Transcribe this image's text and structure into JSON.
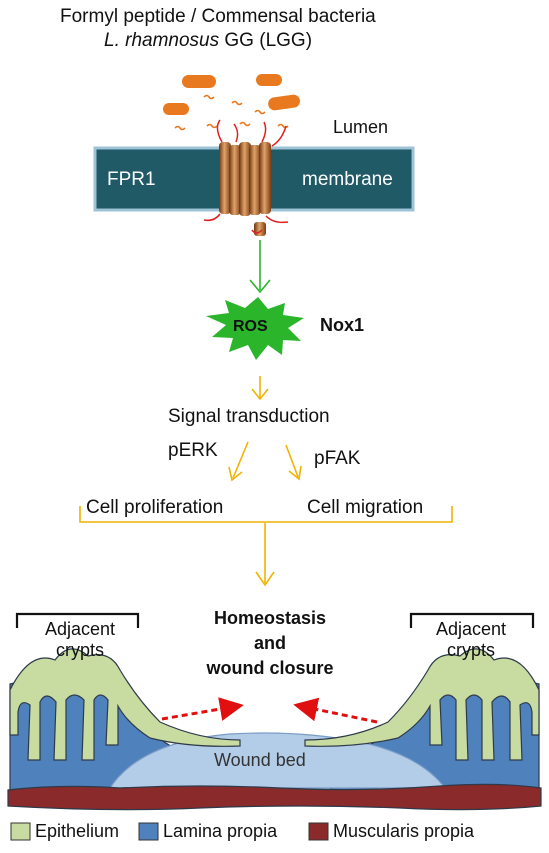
{
  "header": {
    "line1": "Formyl peptide / Commensal bacteria",
    "line2_species": "L. rhamnosus",
    "line2_rest": " GG (LGG)"
  },
  "membrane": {
    "lumen_label": "Lumen",
    "receptor_label": "FPR1",
    "membrane_label": "membrane",
    "band_color": "#1f5a66"
  },
  "ros": {
    "label": "ROS",
    "enzyme": "Nox1",
    "burst_color": "#2bb52b"
  },
  "signaling": {
    "title": "Signal transduction",
    "left_kinase": "pERK",
    "right_kinase": "pFAK",
    "left_outcome": "Cell proliferation",
    "right_outcome": "Cell migration",
    "arrow_color": "#f0b400"
  },
  "tissue": {
    "left_crypts_line1": "Adjacent",
    "left_crypts_line2": "crypts",
    "right_crypts_line1": "Adjacent",
    "right_crypts_line2": "crypts",
    "outcome_line1": "Homeostasis",
    "outcome_line2": "and",
    "outcome_line3": "wound closure",
    "wound_label": "Wound bed"
  },
  "legend": {
    "items": [
      {
        "label": "Epithelium",
        "color": "#c8dba0"
      },
      {
        "label": "Lamina propia",
        "color": "#4f81bd"
      },
      {
        "label": "Muscularis propia",
        "color": "#8b2a2a"
      }
    ]
  }
}
